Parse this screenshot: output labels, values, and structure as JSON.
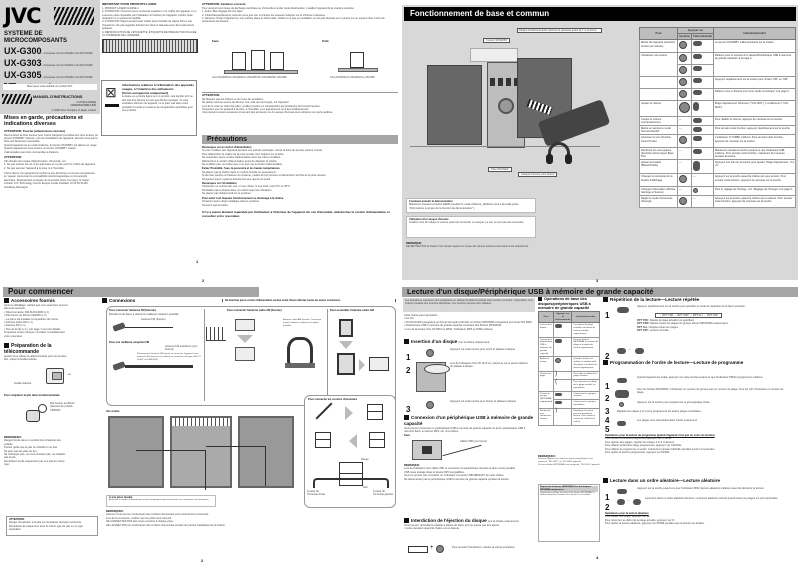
{
  "cover": {
    "brand": "JVC",
    "title_line1": "SYSTEME DE",
    "title_line2": "MICROCOMPOSANTS",
    "models": [
      {
        "name": "UX-G300",
        "desc": "—Composée de CA-UXG300 et de SP-UXG300"
      },
      {
        "name": "UX-G303",
        "desc": "—Composée de CA-UXG303 et de SP-UXG300"
      },
      {
        "name": "UX-G305",
        "desc": "—Composée de CA-UXG305 et de SP-UXG305"
      }
    ],
    "disc_logo": "disc",
    "mp3_label": "MP3/WMA Radio Data System",
    "thanks": "Merci pour votre acheté un produit JVC.",
    "manual_label": "MANUEL D'INSTRUCTIONS",
    "codes": [
      "GVT0261-003B[E]",
      "0308MNMCREBETJEM"
    ],
    "copyright": "© 2008 Victor Company of Japan, Limited"
  },
  "page1": {
    "heading": "Mises en garde, précautions et indications diverses",
    "attention1_title": "ATTENTION: Touche (attente/sous tension)",
    "attention1_text": "Déconnectez la fiche secteur pour mettre l'appareil complètement hors tension (le témoin STANDBY s'éteint). Lors de l'installation de l'appareil, assurez-vous que la fiche soit facilement accessible.",
    "attention1_items": [
      "Quand l'appareil est en mode d'attente, le témoin STANDBY est allumé en rouge.",
      "Quand l'appareil est sous tension, le témoin STANDBY s'éteint."
    ],
    "attention1_footer": "L'alimentation peut être commandée à distance.",
    "attention2_title": "ATTENTION:",
    "attention2_text": "Afin d'éviter tout risque d'électrocution, d'incendie, etc.:",
    "attention2_items": [
      "1. Ne pas enlever les vis ni les panneaux et ne pas ouvrir le coffret de l'appareil.",
      "2. Ne pas exposer l'appareil à la pluie ni à l'humidité."
    ],
    "notice": "Chers clients, Cet appareil est conforme aux directives et normes européennes en vigueur concernant la compatibilité électromagnétique et à la sécurité électrique. Représentant européen de la société Victor Company of Japan, Limited: JVC Technology Centre Europe GmbH Postfach 10 05 52 61145 Friedberg Allemagne",
    "laser_title": "IMPORTANT POUR PRODUITS LASER",
    "laser_items": [
      "1. PRODUIT LASER CLASSE 1",
      "2. ATTENTION: N'ouvrez pas le couvercle supérieur ni le coffret de l'appareil. Il n'y a aucune pièce réparable par l'utilisateur à l'intérieur de l'appareil; confiez toute réparation à un personnel qualifié.",
      "3. ATTENTION: Rayonnement laser visible et/ou invisible de classe 1M en cas d'ouverture. Ne pas regarder directement dans le faisceau avec des instruments optiques.",
      "4. REPRODUCTION DE L'ÉTIQUETTE: ÉTIQUETTE DE PRÉCAUTION PLACÉE À L'INTÉRIEUR DE L'APPAREIL."
    ],
    "disposal_title": "Informations relatives à l'élimination des appareils usagés, à l'intention des utilisateurs",
    "disposal_subtitle": "[Union européenne uniquement]",
    "disposal_text": "Lorsque ce symbole figure sur un produit, cela signifie qu'il ne doit pas être éliminé en tant que déchet ménager. Si vous souhaitez éliminer cet appareil, ne le jetez pas dans votre poubelle! Il existe un système de récupération spécifique pour ces produits.",
    "page_no": "1"
  },
  "page2": {
    "vent_title": "ATTENTION: Aération correcte",
    "vent_text": "Pour prévenir tout risque de décharge électrique ou d'incendie et éviter toute détérioration, installez l'appareil de la manière suivante:",
    "vent_items": [
      "1. Avant: Bien dégagé de tout objet.",
      "2. Côtés/dessus/dessous: Assurez-vous que rien ne bloque les espaces indiqués sur le schéma ci-dessous.",
      "3. Dessous: Posez l'appareil sur une surface plane et horizontale. Veillez à ce que sa ventilation ne soit pas bloquée en le posant sur un support d'au moins dix centimètres de hauteur."
    ],
    "front_label": "Face",
    "side_label": "Côté",
    "dims": [
      "15 cm",
      "1 cm",
      "1 cm",
      "15 cm",
      "15 cm",
      "10 cm",
      "15 cm",
      "5 cm",
      "10 cm"
    ],
    "front_caption": "CA-UXG300/CA-UXG303/CA-UXG305   SP-UXG300/SP-UXG305",
    "side_caption": "CA-UXG300/CA-UXG303/CA-UXG305",
    "attention_title": "ATTENTION:",
    "attention_items": [
      "Ne bloquez pas les orifices ou les trous de ventilation.",
      "Ne placez aucune source de flamme nue, telle qu'une bougie, sur l'appareil.",
      "Lors de la mise au rebut des piles, veuillez prendre en considération les problèmes de l'environnement.",
      "N'exposez pas cet appareil à la pluie, à l'humidité, à un égouttement ou à des éclaboussures.",
      "Une pression sonore excessive provenant des écouteurs ou du casque d'écoute peut entraîner une perte auditive."
    ],
    "precautions_heading": "Précautions",
    "groups": [
      {
        "title": "Remarques sur le cordon d'alimentation",
        "lines": [
          "Si vous n'utilisez pas l'appareil pendant une période prolongée, retirez la fiche de la prise secteur murale.",
          "Pour débrancher la chaîne de la prise murale, tirez toujours sur la fiche.",
          "Ne manipulez pas le cordon d'alimentation avec les mains mouillées.",
          "Débranchez le cordon d'alimentation avant de déplacer la chaîne.",
          "Ne modifiez pas, ne tordez pas ni ne tirez sur le cordon d'alimentation."
        ]
      },
      {
        "title": "Évitez l'humidité, l'eau, la poussière et les hautes températures",
        "lines": [
          "Ne placez pas la chaîne dans un endroit humide ou poussiéreux.",
          "Si de l'eau pénètre à l'intérieur du système, mettez-le hors tension et débranchez la fiche de la prise secteur.",
          "N'exposez pas le système directement aux rayons du soleil."
        ]
      },
      {
        "title": "Remarques sur l'installation",
        "lines": [
          "Choisissez un endroit plat, sec, ni trop chaud, ni trop froid: entre 5°C et 35°C.",
          "N'installez pas la chaîne dans un endroit sujet aux vibrations.",
          "Ne placez pas d'objet lourd sur le système."
        ]
      },
      {
        "title": "Pour éviter tout mauvais fonctionnement ou dommage à la chaîne",
        "lines": [
          "N'insérez aucun objet métallique dans le système.",
          "N'ouvrez pas le boîtier."
        ]
      }
    ],
    "final_warning": "Il n'y a aucun élément réparable par l'utilisateur à l'intérieur de l'appareil. En cas d'anomalie, débranchez le cordon d'alimentation et consultez votre revendeur.",
    "page_no": "2"
  },
  "page3": {
    "heading": "Fonctionnement de base et commun",
    "callout_remote": "Dirigez la télécommande droit sur le panneau avant (à 7 m environ)",
    "callout_sensor": "Témoin STANDBY",
    "callout_phones": "Prise PHONES",
    "callout_headphones": "Casque d'écoute (non fourni)",
    "demo_title": "Comment annuler la démonstration",
    "demo_text": "Maintenez pressée la touche DEMO pendant le mode d'attente. (Référez-vous à la feuille jointe \"Informations à propos de la fonction de démonstration\".)",
    "headphone_title": "Utilisation d'un casque d'écoute",
    "headphone_text": "Veuillez vous de réduire le volume avant de connecter un casque. Le son ne sort pas des enceintes.",
    "remarks_title": "REMARQUE:",
    "remarks_text": "NE METTEZ PAS la chaîne hors tension quand un niveau de volume extrêmement élevé a été sélectionné.",
    "table_headers": [
      "Pour",
      "Appuyez sur",
      "Indication/résultat"
    ],
    "table_subheaders": [
      "Système",
      "Télécommande"
    ],
    "rows": [
      {
        "pour": "Mettre de l'appareil sous/hors tension (en attente)",
        "result": "Le témoin STANDBY s'allume/s'éteint sur la chaîne."
      },
      {
        "pour": "Choisissez une source",
        "result": "Référez-vous à \"Lecture d'un disque/Périphérique USB à mémoire de grande capacité\" à la page 4."
      },
      {
        "pour": "",
        "result": "Appuyez répétitivement sur la touche pour choisir \"FM\" ou \"AM\"."
      },
      {
        "pour": "",
        "result": "Référez-vous à \"Écoute d'un tuner audio numérique\" à la page 6."
      },
      {
        "pour": "Ajuster le volume",
        "result": "Plage d'ajustement: Minimum (\"VOL MIN\"), 1 à Maximum (\"VOL MAX\")."
      },
      {
        "pour": "Couper le volume momentanément",
        "result": "Pour rétablir le volume, appuyez de nouveau sur la touche."
      },
      {
        "pour": "Mettre en service le mode Surround EASA",
        "result": "Pour annuler cette fonction, appuyez répétitivement sur la touche."
      },
      {
        "pour": "Accentuer le son (fonction Sound Turbo)",
        "result": "L'indicateur S.TURBO s'allume. Pour annuler cette fonction, appuyez de nouveau sur la touche."
      },
      {
        "pour": "Renforcer les sons graves (Fonction Active Hyper Bass Pro)",
        "result": "Maintenez pressée la touche jusqu'à ce que l'indicateur AHB s'allume. Pour annuler cette fonction, maintenez de nouveau pressée la touche."
      },
      {
        "pour": "Ajuster la tonalité (Basse/Treble)",
        "result": "Appuyez une fois sur la touche pour ajuster. Plage d'ajustement: -5 à +5."
      },
      {
        "pour": "Changer la luminosité de la fenêtre d'affichage",
        "result": "Appuyez sur la touche quand la chaîne est sous tension. Pour annuler cette fonction, appuyez de nouveau sur la touche."
      },
      {
        "pour": "Changer l'information affichée (Horloge et Source)",
        "result": "Pour le réglage de l'horloge, voir \"Réglage de l'horloge\" à la page 5."
      },
      {
        "pour": "Régler le mode d'économie d'énergie",
        "result": "Appuyez sur la touche quand la chaîne est en attente. Pour annuler cette fonction, appuyez de nouveau sur la touche."
      }
    ],
    "page_no": "3"
  },
  "page4": {
    "heading": "Pour commencer",
    "acc_title": "Accessoires fournis",
    "acc_intro": "Après le déballage, vérifiez que vous avez bien tous les éléments suivants.",
    "acc_items": [
      "• Télécommande, RM-SUXG300R (x 1)",
      "• Pile bouton au lithium CR2025 (x 1)",
      "  – La pile a été installée à l'expédition de l'usine.",
      "• Antenne cadre AM (x 1)",
      "• Antenne FM (x 1)",
      "• Tore de ferrite (x 1), voir page 7 pour les détails."
    ],
    "acc_footer": "Si quelque chose manque, consultez immédiatement votre revendeur.",
    "remote_title": "Préparation de la télécommande",
    "remote_text": "Quand vous utilisez la télécommande pour la première fois, retirez la feuille isolante.",
    "remote_label": "Feuille isolante",
    "battery_title": "Pour remplacer la pile dans la télécommande",
    "battery_label": "Pile bouton au lithium (Numéro de produit: CR2025)",
    "remarks_title": "REMARQUES:",
    "remarks": [
      "Rangez la pile dans un endroit hors d'atteinte des enfants.",
      "Prenez garde que la pile ne chauffe ou ne fuie.",
      "Ne jetez pas les piles au feu.",
      "Ne rechargez pas, ne court-circuitez pas, ne chauffez pas la pile.",
      "Remplacez la pile uniquement par une pile du même type."
    ],
    "caution_title": "ATTENTION:",
    "caution_text": "Danger d'explosion si la pile est remplacée de façon incorrecte. Remplacez-la uniquement avec le même type de pile ou un type équivalent.",
    "conn_title": "Connexions",
    "conn_warning": "Ne branchez pas le cordon d'alimentation secteur avant d'avoir effectué toutes les autres connexions.",
    "fm_title": "Pour connecter l'antenne FM (fournie)",
    "fm_text": "Étendez-la de façon à obtenir la meilleure réception possible.",
    "fm_label": "Antenne FM (fournie)",
    "fm_better_title": "Pour une meilleure réception FM",
    "fm_better_label": "Antenne FM extérieure (non fournie)",
    "fm_better_text": "Déconnectez l'antenne FM fournie et connectez l'appareil à une antenne FM extérieure en utilisant un connecteur de type mâle 75 Ω (IEC ou DIN45325).",
    "am_title": "Pour connecter l'antenne cadre AM (fournie)",
    "am_label": "Antenne cadre AM (fournie). Tournez-la jusqu'à obtenir la meilleure réception possible.",
    "am_assemble_title": "Pour assembler l'antenne cadre AM",
    "rear_title": "Vue arrière",
    "speaker_title": "Pour connecter les cordons d'enceintes",
    "speaker_labels": [
      "Repousser et tenir",
      "Insérer",
      "Relâcher",
      "Rouge",
      "Noir",
      "À partir de l'enceinte droite",
      "À partir de l'enceinte gauche"
    ],
    "ac_title": "À une prise murale",
    "ac_text": "Branchez le cordon d'alimentation secteur uniquement après que toutes les connexions sont terminées.",
    "remarks2_title": "REMARQUES:",
    "remarks2": [
      "Assurez-vous que les conducteurs des cordons d'enceintes sont correctement connectés.",
      "Lors de la connexion, vérifiez que les pôles sont corrects.",
      "NE CONNECTEZ PAS plus d'une enceinte à chaque prise.",
      "NE LAISSEZ PAS les conducteurs des cordons d'enceintes toucher les parties métalliques de la chaîne."
    ],
    "page_no": "2"
  },
  "page5": {
    "heading": "Lecture d'un disque/Périphérique USB à mémoire de grande capacité",
    "intro_box": "Les opérations suivantes sont expliquées en utilisant la télécommande sauf mention contraire. Cependant, si la chaîne possède des touches identiques, ces touches peuvent être utilisées.",
    "intro_text": "Cette chaîne peut reproduire:",
    "intro_items": [
      "• les CD.",
      "• CD-R/CD-RW enregistrés au format CD audio (CD-DA) ou fichiers MP3/WMA enregistrés au format ISO 9660.",
      "• Périphérique USB à mémoire de grande capacité contenant des fichiers MP3/WMA.",
      "• Lors de la lecture d'un CD MP3 ou WMA, l'indicateur MP3 ou WMA s'allume."
    ],
    "insert_title": "Insertion d'un disque",
    "insert_note": "(sur la chaîne uniquement)",
    "insert_steps": [
      {
        "n": "1",
        "text": "Appuyez sur cette touche pour ouvrir le plateau à disque."
      },
      {
        "n": "2",
        "text": "Lors de l'utilisation d'un CD de 8 cm, placez-le sur le cercle intérieur du plateau à disque."
      },
      {
        "n": "3",
        "text": "Appuyez sur cette touche pour fermer le plateau à disque."
      }
    ],
    "usb_title": "Connexion d'un périphérique USB à mémoire de grande capacité",
    "usb_text": "Vous pouvez connecter un périphérique USB à mémoire de grande capacité tel qu'un périphérique USB à mémoire flash, un lecteur MP3, etc. à la chaîne.",
    "usb_face": "Face",
    "usb_cable": "Câble USB (non fourni)",
    "usb_remarks_title": "REMARQUE:",
    "usb_remarks": [
      "Lors de l'utilisation d'un câble USB, la connexion du périphérique doit être la plus courte possible.",
      "USB mass storage class et device MP3 compatibles.",
      "Vous ne pouvez pas connecter un ordinateur à la prise USB MEMORY de cette chaîne.",
      "Ne déconnectez pas le périphérique USB à mémoire de grande capacité pendant la lecture."
    ],
    "eject_title": "Interdiction de l'éjection du disque",
    "eject_note": "(sur la chaîne uniquement)",
    "eject_text": "Vous pouvez verrouiller le plateau à disque de façon qu'il ne puisse pas être éjecté.",
    "eject_item": "• Cette opération quand la chaîne est en attente.",
    "eject_cancel": "Pour annuler l'interdiction, répétez la même procédure.",
    "ops_title": "Opérations de base des disques/périphériques USB à mémoire de grande capacité",
    "ops_headers": [
      "Pour",
      "Appuyez sur la télécommande",
      "Indication/résultat"
    ],
    "ops_rows": [
      {
        "pour": "Lecture d'un disque",
        "result": "Le nombre de plage actuelle et la durée de lecture écoulée apparaissent."
      },
      {
        "pour": "Lecture d'un périphérique USB à mémoire de grande capacité",
        "result": "Pour les fichiers MP3/WMA: le numéro de plage et la durée de lecture apparaissent."
      },
      {
        "pour": "Arrêter la lecture",
        "result": "Quand la lecture est arrêtée, le nombre total de plages et la durée de lecture apparaissent."
      },
      {
        "pour": "Choisir une plage",
        "result": "Pour aller au début de la plage suivante."
      },
      {
        "pour": "",
        "result": "Pour retourner au début de la plage actuelle ou précédente."
      },
      {
        "pour": "Choisir un groupe (MP3/WMA uniquement)",
        "result": "Choisissez les groupes suivants."
      },
      {
        "pour": "",
        "result": "Choisissez les groupes précédents."
      },
      {
        "pour": "Recherche vers l'avant/vers l'arrière",
        "result": "Maintenez la touche pressée pendant la lecture. Pour arrêter la recherche, relâchez la touche."
      }
    ],
    "ops_remarks_title": "REMARQUES:",
    "ops_remarks": [
      "Si aucun disque n'est inséré ou aucun périphérique n'est connecté, \"NO DISC\" ou \"NO USB\" apparaît.",
      "Si aucun fichier MP3/WMA n'est enregistré, \"NO FILE\" apparaît."
    ],
    "resume_title": "Reprise de la lecture (RESUME) Pour les disques MP3/WMA uniquement",
    "resume_text": "Quand vous arrêtez la lecture d'un disque MP3/WMA, la chaîne mémorise l'endroit où la lecture s'est arrêtée.",
    "repeat_title": "Répétition de la lecture—Lecture répétée",
    "repeat_text": "Appuyez répétitivement sur la touche pour spécifier le mode de répétition de la façon suivante:",
    "repeat_cycle": "→ RPT TRK → RPT GRP → RPT ALL → RPT OFF",
    "repeat_items": [
      {
        "key": "RPT TRK:",
        "text": "Répète la plage actuelle (ou spécifiée)."
      },
      {
        "key": "RPT GRP:",
        "text": "Répète toutes les plages du groupe actuel (MP3/WMA uniquement)."
      },
      {
        "key": "RPT ALL:",
        "text": "Répète toutes les plages."
      },
      {
        "key": "RPT OFF:",
        "text": "Lecture normale."
      }
    ],
    "program_title": "Programmation de l'ordre de lecture—Lecture de programme",
    "program_steps": [
      {
        "n": "1",
        "text": "Quand l'appareil est arrêté, appuyez sur cette touche jusqu'à ce que l'indicateur PROG (programme) s'allume."
      },
      {
        "n": "2",
        "text": "Pour les fichiers MP3/WMA: Choisissez un numéro de groupe puis un numéro de plage. Pour les CD: Choisissez un numéro de plage."
      },
      {
        "n": "3",
        "text": "Appuyez sur la touche pour programmer le groupe/plage choisi."
      },
      {
        "n": "4",
        "text": "Répétez les étapes 2 et 3 pour programmer les autres plages souhaitées."
      },
      {
        "n": "5",
        "text": "Les plages sont reproduites dans l'ordre programmé."
      }
    ],
    "program_ops_title": "Opérations pour la lecture de programme (quand l'appareil n'est pas en cours de lecture)",
    "program_ops": [
      "Pour vérifier le contenu programmé, appuyez sur ⏮ ou ⏭.",
      "Pour ajouter des plages, répétez les étapes 2 et 3 ci-dessus.",
      "Pour effacer la dernière plage programmée, appuyez sur CANCEL.",
      "Pour effacer le programme en entier, maintenez pressée CANCEL pendant environ 2 secondes.",
      "Pour quitter la lecture programmée, appuyez sur MODE."
    ],
    "random_title": "Lecture dans un ordre aléatoire—Lecture aléatoire",
    "random_steps": [
      {
        "n": "1",
        "text": "Appuyez sur la touche jusqu'à ce que l'indicateur RND (lecture aléatoire) s'allume avant de démarrer la lecture."
      },
      {
        "n": "2",
        "text": "La lecture dans un ordre aléatoire démarre. La lecture aléatoire s'arrête quand toutes les plages ont été reproduites."
      }
    ],
    "random_ops_title": "Opérations pour la lecture aléatoire",
    "random_ops": [
      "Pour sauter une plage, appuyez sur ⏭.",
      "Pour retourner au début de la plage actuelle, appuyez sur ⏮.",
      "Pour quitter la lecture aléatoire, appuyez sur MODE pendant que la lecture est arrêtée."
    ],
    "page_no": "4"
  },
  "colors": {
    "header_gray": "#a5a5a5",
    "header_black": "#000000",
    "panel_gray": "#d8d8d8",
    "text": "#222222"
  }
}
